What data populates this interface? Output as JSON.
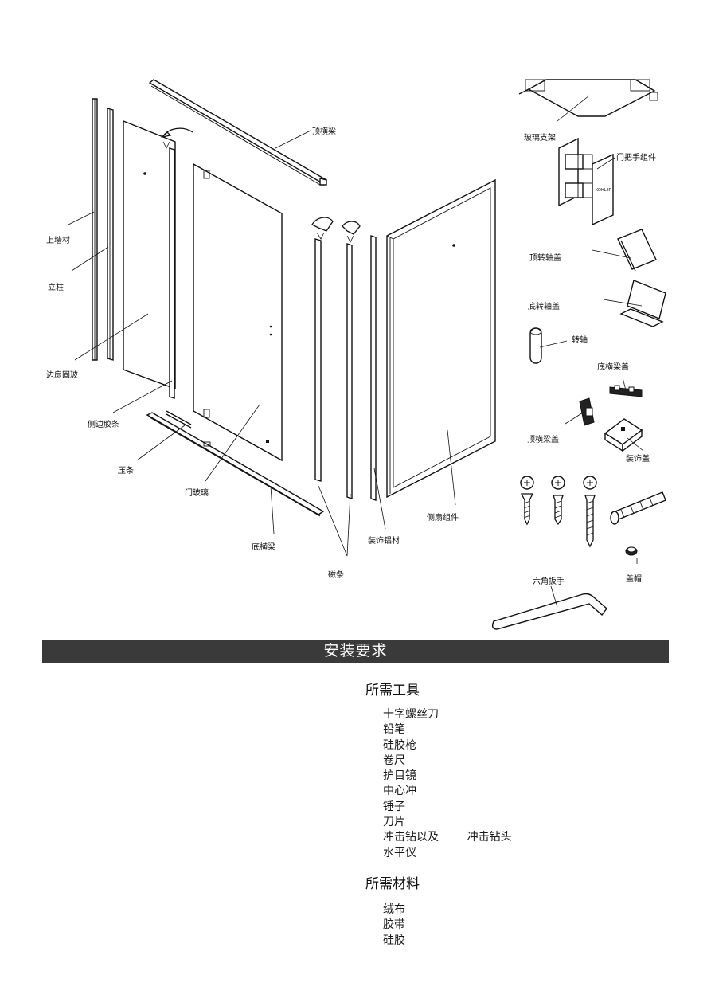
{
  "labels": {
    "top_beam": "顶横梁",
    "glass_bracket": "玻璃支架",
    "door_handle": "门把手组件",
    "top_pivot_cover": "顶转轴盖",
    "bottom_pivot_cover": "底转轴盖",
    "pivot": "转轴",
    "bottom_beam_cap": "底横梁盖",
    "top_beam_cap": "顶横梁盖",
    "deco_cap": "装饰盖",
    "wall_profile": "上墙材",
    "post": "立柱",
    "side_fixed_glass": "边扇固玻",
    "side_seal": "侧边胶条",
    "press_strip": "压条",
    "door_glass": "门玻璃",
    "bottom_beam": "底横梁",
    "deco_aluminum": "装饰铝材",
    "magnetic_strip": "磁条",
    "side_panel": "侧扇组件",
    "cap_nut": "盖帽",
    "hex_key": "六角扳手"
  },
  "section": {
    "title": "安装要求"
  },
  "tools": {
    "title": "所需工具",
    "items": [
      "十字螺丝刀",
      "铅笔",
      "硅胶枪",
      "卷尺",
      "护目镜",
      "中心冲",
      "锤子",
      "刀片",
      "冲击钻以及        冲击钻头",
      "水平仪"
    ]
  },
  "materials": {
    "title": "所需材料",
    "items": [
      "绒布",
      "胶带",
      "硅胶"
    ]
  }
}
